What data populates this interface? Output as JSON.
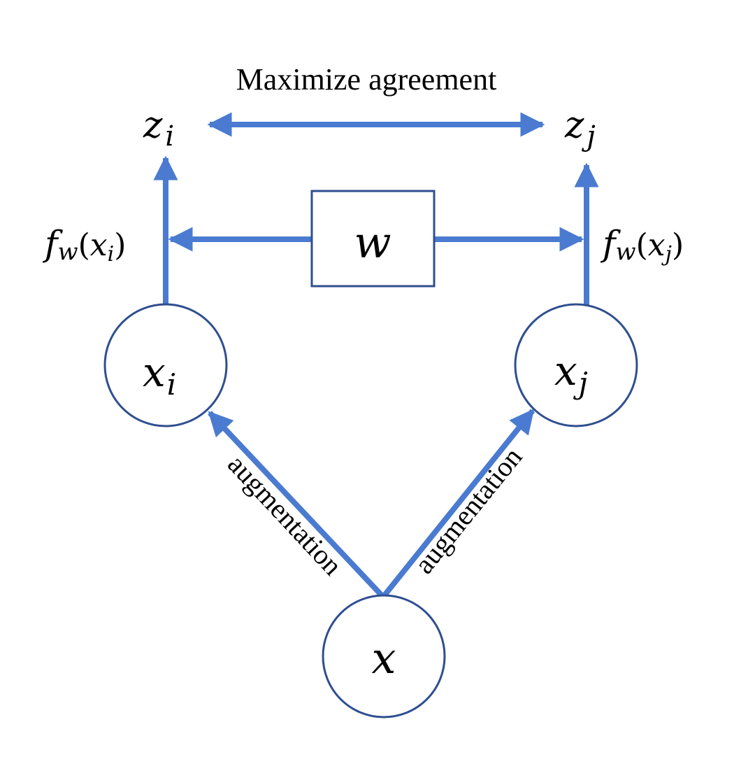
{
  "title": "Maximize agreement",
  "colors": {
    "arrow": "#4a7bd0",
    "node_stroke": "#2f4f8f",
    "box_stroke": "#2f4f8f",
    "text": "#000000"
  },
  "nodes": {
    "zi": {
      "base": "z",
      "sub": "i"
    },
    "zj": {
      "base": "z",
      "sub": "j"
    },
    "w": {
      "label": "w"
    },
    "xi": {
      "base": "x",
      "sub": "i"
    },
    "xj": {
      "base": "x",
      "sub": "j"
    },
    "x": {
      "label": "x"
    }
  },
  "edge_labels": {
    "fw_xi": {
      "f": "f",
      "fsub": "w",
      "open": "(",
      "arg": "x",
      "argsub": "i",
      "close": ")"
    },
    "fw_xj": {
      "f": "f",
      "fsub": "w",
      "open": "(",
      "arg": "x",
      "argsub": "j",
      "close": ")"
    },
    "aug_left": "augmentation",
    "aug_right": "augmentation"
  }
}
